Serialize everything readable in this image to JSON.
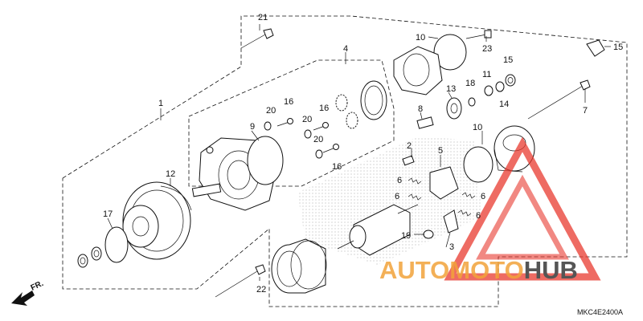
{
  "diagram": {
    "ref_code": "MKC4E2400A",
    "direction_label": "FR.",
    "callouts": [
      "1",
      "2",
      "3",
      "4",
      "5",
      "6",
      "6",
      "6",
      "6",
      "7",
      "8",
      "9",
      "10",
      "10",
      "11",
      "12",
      "13",
      "14",
      "15",
      "15",
      "16",
      "16",
      "16",
      "17",
      "18",
      "19",
      "20",
      "20",
      "20",
      "21",
      "22",
      "23"
    ]
  },
  "watermark": {
    "part1": "AUTOMOTO",
    "part2": "HUB",
    "color_primary": "#e8392f",
    "color_secondary": "#555555",
    "color_orange": "#f2a33a"
  }
}
